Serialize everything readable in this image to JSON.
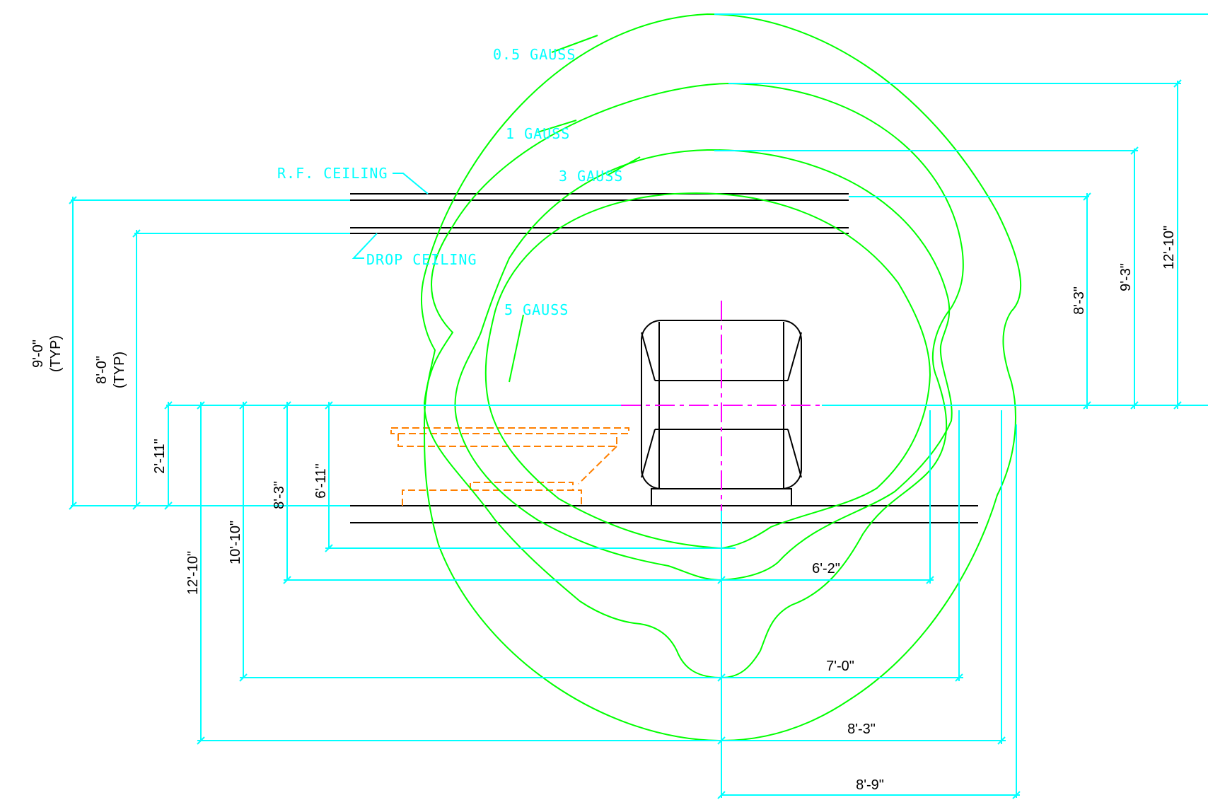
{
  "colors": {
    "field_lines": "#00ff00",
    "dimensions": "#00ffff",
    "structure": "#000000",
    "patient_table": "#ff8000",
    "isocenter": "#ff00ff",
    "background": "#ffffff"
  },
  "field_labels": {
    "g05": "0.5 GAUSS",
    "g1": "1 GAUSS",
    "g3": "3 GAUSS",
    "g5": "5 GAUSS"
  },
  "ceiling_labels": {
    "rf": "R.F. CEILING",
    "drop": "DROP CEILING"
  },
  "left_dimensions": {
    "rf_ceiling_height": "9'-0\"",
    "rf_ceiling_note": "(TYP)",
    "drop_ceiling_height": "8'-0\"",
    "drop_ceiling_note": "(TYP)",
    "isocenter_height": "2'-11\""
  },
  "down_dimensions": {
    "g5": "6'-11\"",
    "g3": "8'-3\"",
    "g1": "10'-10\"",
    "g05": "12'-10\""
  },
  "up_dimensions": {
    "g5": "8'-3\"",
    "g3": "9'-3\"",
    "g1": "12'-10\""
  },
  "horizontal_dimensions": {
    "g5": "6'-2\"",
    "g3": "7'-0\"",
    "g1": "8'-3\"",
    "g05": "8'-9\""
  }
}
